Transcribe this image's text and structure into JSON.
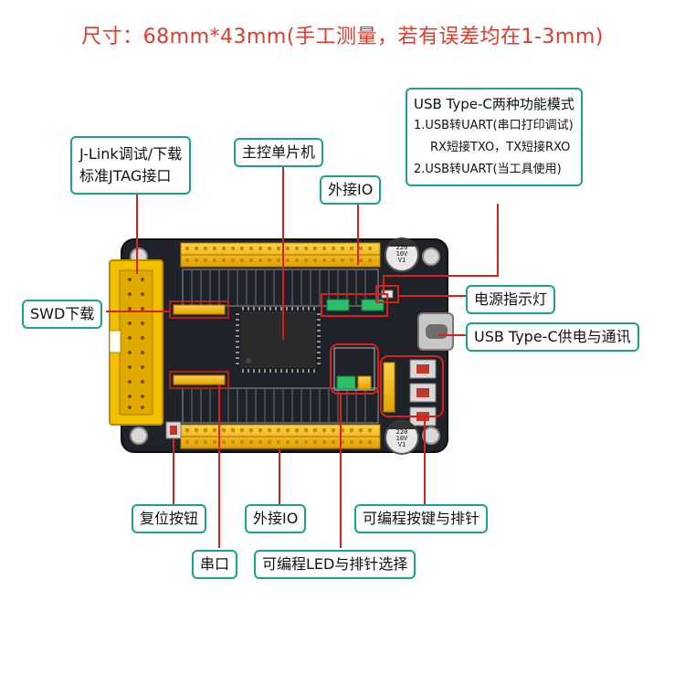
{
  "title": "尺寸：68mm*43mm(手工测量，若有误差均在1-3mm)",
  "colors": {
    "title": "#e23a2b",
    "callout_border": "#1aa38a",
    "leader_line": "#d9201a",
    "pcb": "#1f2329",
    "header_pin": "#f0b400",
    "jtag_connector": "#f3c000"
  },
  "board": {
    "capacitor_top_text": [
      "220",
      "10V",
      "V1"
    ],
    "capacitor_bottom_text": [
      "220",
      "10V",
      "V1"
    ]
  },
  "labels": {
    "jtag": [
      "J-Link调试/下载",
      "标准JTAG接口"
    ],
    "mcu": "主控单片机",
    "io_top": "外接IO",
    "usb_mode": [
      "USB Type-C两种功能模式",
      "1.USB转UART(串口打印调试)",
      "RX短接TXO，TX短接RXO",
      "2.USB转UART(当工具使用)"
    ],
    "power_led": "电源指示灯",
    "swd": "SWD下载",
    "usb_power": "USB Type-C供电与通讯",
    "reset": "复位按钮",
    "io_bottom": "外接IO",
    "keys": "可编程按键与排针",
    "uart": "串口",
    "led_select": "可编程LED与排针选择"
  }
}
